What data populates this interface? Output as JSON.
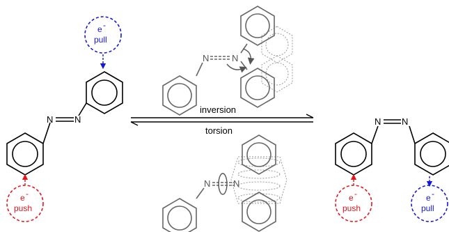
{
  "atoms": {
    "nitrogen": "N"
  },
  "reaction": {
    "forward_label": "inversion",
    "reverse_label": "torsion"
  },
  "left_molecule": {
    "pull_electron": "e",
    "pull_charge": "-",
    "pull_label": "pull",
    "push_electron": "e",
    "push_charge": "-",
    "push_label": "push"
  },
  "right_molecule": {
    "push_electron": "e",
    "push_charge": "-",
    "push_label": "push",
    "pull_electron": "e",
    "pull_charge": "-",
    "pull_label": "pull"
  },
  "colors": {
    "push": "#e8141c",
    "pull": "#1418d8",
    "structure": "#000000",
    "mechanism": "#666666"
  }
}
